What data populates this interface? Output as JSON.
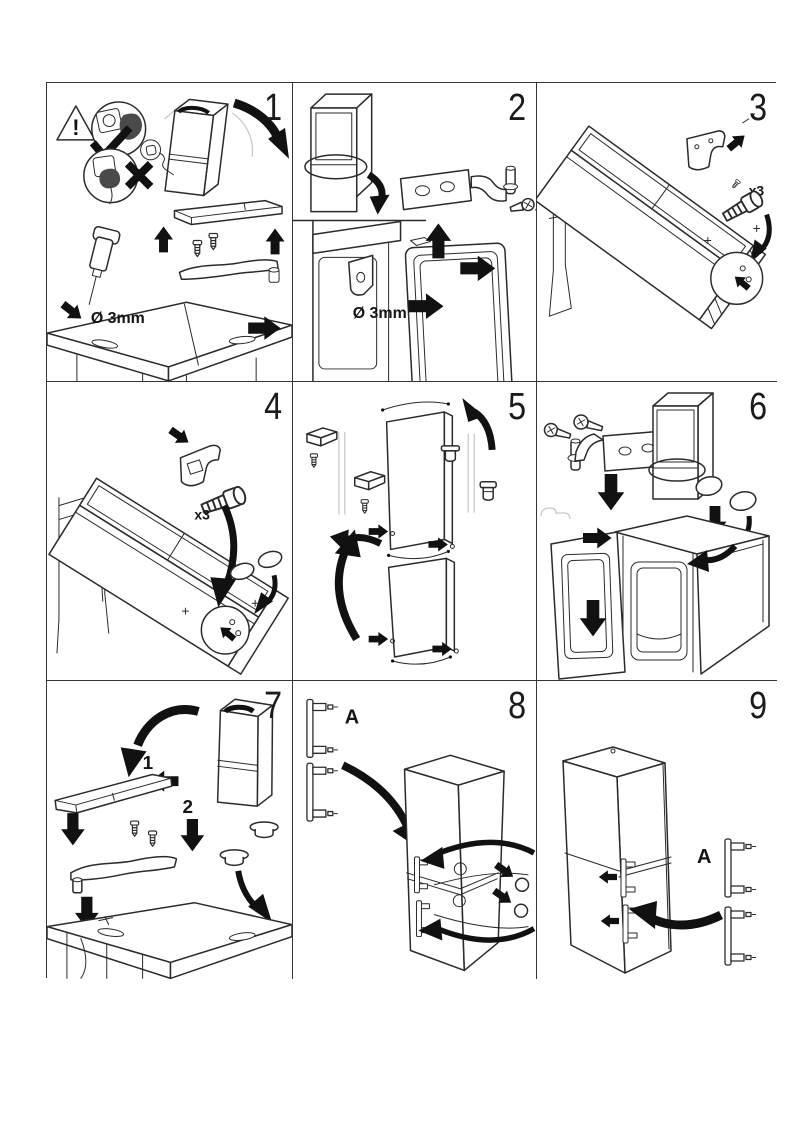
{
  "page": {
    "background": "#ffffff",
    "ink": "#2b2b2b",
    "arrow_color": "#111111",
    "ghost_line": "#c9c9c9",
    "border_color": "#343434",
    "document_type": "appliance door-reversal instruction sheet"
  },
  "panels": [
    {
      "number": "1",
      "labels": {
        "warning": "!",
        "drill": "Ø 3mm"
      },
      "icons": [
        "warning-triangle-icon",
        "unplug-socket-ok-icon",
        "pull-cord-forbidden-icon",
        "power-socket-icon"
      ]
    },
    {
      "number": "2",
      "labels": {
        "drill": "Ø 3mm"
      },
      "icons": [
        "hinge-bracket",
        "screws",
        "up-arrow",
        "right-arrows"
      ]
    },
    {
      "number": "3",
      "labels": {
        "screws": "x3"
      },
      "icons": [
        "tilted-fridge",
        "bracket",
        "bolt",
        "detail-circle"
      ]
    },
    {
      "number": "4",
      "labels": {
        "screws": "x3"
      },
      "icons": [
        "tilted-fridge",
        "bracket",
        "bolt",
        "caps",
        "detail-circle"
      ]
    },
    {
      "number": "5",
      "labels": {},
      "icons": [
        "doors",
        "hinge-stops",
        "caps",
        "swap-arrows"
      ]
    },
    {
      "number": "6",
      "labels": {},
      "icons": [
        "hinge-assembly",
        "fridge-top",
        "caps",
        "open-door"
      ]
    },
    {
      "number": "7",
      "labels": {
        "step1": "1",
        "step2": "2"
      },
      "icons": [
        "fridge",
        "handle-part",
        "screws",
        "hinge-bar",
        "caps",
        "fridge-top"
      ]
    },
    {
      "number": "8",
      "labels": {
        "part": "A"
      },
      "icons": [
        "door-handles",
        "fridge",
        "rotation-arrows",
        "hole-plugs"
      ]
    },
    {
      "number": "9",
      "labels": {
        "part": "A"
      },
      "icons": [
        "fridge-with-handles",
        "door-handles",
        "curved-arrow"
      ]
    }
  ]
}
